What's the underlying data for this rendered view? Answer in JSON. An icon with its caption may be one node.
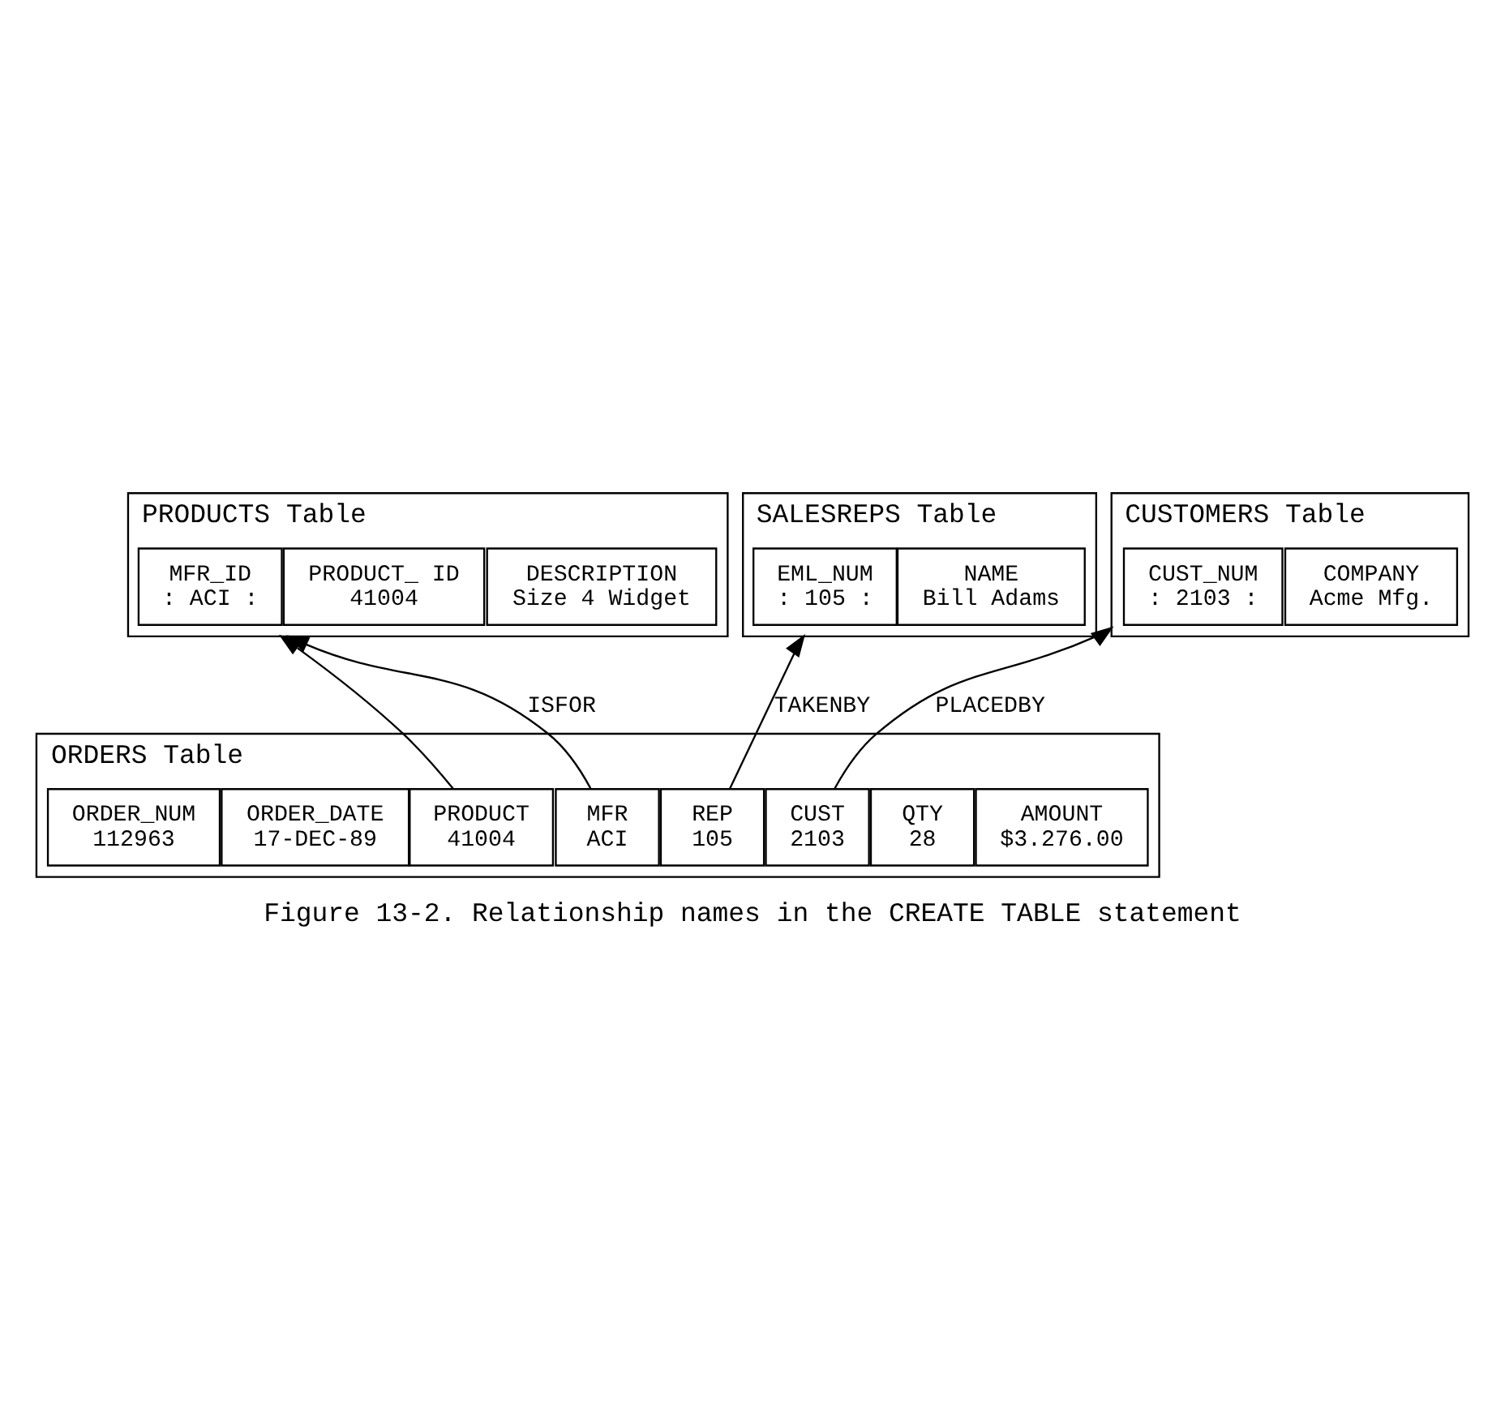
{
  "diagram": {
    "caption": "Figure 13-2. Relationship names in the CREATE TABLE statement",
    "nodes": [
      {
        "text": [
          "CUSTOMERS Table"
        ]
      },
      {
        "text": [
          "CUST_NUM",
          ": 2103 :"
        ],
        "in": 0
      },
      {
        "text": [
          "COMPANY",
          "Acme Mfg."
        ],
        "in": 0
      },
      {
        "text": [
          "SALESREPS Table"
        ]
      },
      {
        "text": [
          "EML_NUM",
          ": 105 :"
        ],
        "in": 3
      },
      {
        "text": [
          "NAME",
          "Bill Adams"
        ],
        "in": 3
      },
      {
        "text": [
          "PRODUCTS Table"
        ]
      },
      {
        "text": [
          "MFR_ID",
          ": ACI :"
        ],
        "in": 6
      },
      {
        "text": [
          "PRODUCT_ ID",
          "41004"
        ],
        "in": 6
      },
      {
        "text": [
          "DESCRIPTION",
          "Size 4 Widget"
        ],
        "in": 6
      },
      {
        "text": [
          "ORDERS Table"
        ]
      },
      {
        "text": [
          "ORDER_NUM",
          "112963"
        ],
        "in": 10
      },
      {
        "text": [
          "ORDER_DATE",
          "17-DEC-89"
        ],
        "in": 10
      },
      {
        "text": [
          "CUST",
          "2103"
        ],
        "in": 10
      },
      {
        "text": [
          "REP",
          "105"
        ],
        "in": 10
      },
      {
        "text": [
          "MFR",
          "ACI"
        ],
        "in": 10
      },
      {
        "text": [
          "PRODUCT",
          "41004"
        ],
        "in": 10
      },
      {
        "text": [
          "QTY",
          "28"
        ],
        "in": 10
      },
      {
        "text": [
          "AMOUNT",
          "$3.276.00"
        ],
        "in": 10
      }
    ],
    "edges": [
      {
        "from": 13,
        "to": 0,
        "arrow": "to",
        "label": "PLACEDBY"
      },
      {
        "from": 14,
        "to": 3,
        "arrow": "to",
        "label": "TAKENBY"
      },
      {
        "from": 15,
        "to": 6,
        "arrow": "to",
        "label": "ISFOR"
      },
      {
        "from": 16,
        "to": 6,
        "arrow": "to"
      }
    ]
  }
}
